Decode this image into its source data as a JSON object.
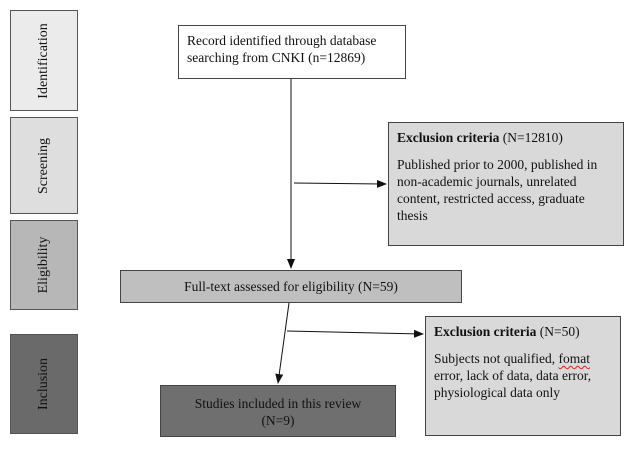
{
  "stages": [
    {
      "label": "Identification",
      "color": "#ebebeb"
    },
    {
      "label": "Screening",
      "color": "#dedede"
    },
    {
      "label": "Eligibility",
      "color": "#b7b7b7"
    },
    {
      "label": "Inclusion",
      "color": "#6a6a6a"
    }
  ],
  "identification_box": {
    "text": "Record identified through database searching from CNKI (n=12869)"
  },
  "exclusion_1": {
    "heading": "Exclusion criteria",
    "count": "(N=12810)",
    "body": "Published prior to 2000, published in non-academic journals, unrelated content, restricted access, graduate thesis"
  },
  "fulltext_box": {
    "text": "Full-text assessed for eligibility (N=59)"
  },
  "exclusion_2": {
    "heading": "Exclusion criteria",
    "count": "(N=50)",
    "body_before": "Subjects not qualified, ",
    "body_misspelled": "fomat",
    "body_after": " error, lack of data, data error, physiological data only"
  },
  "included_box": {
    "line1": "Studies included in this review",
    "line2": "(N=9)"
  },
  "colors": {
    "screening_box": "#d9d9d9",
    "fulltext_box": "#bfbfbf",
    "included_box": "#6f6f6f",
    "exclusion_2_box": "#d9d9d9"
  }
}
